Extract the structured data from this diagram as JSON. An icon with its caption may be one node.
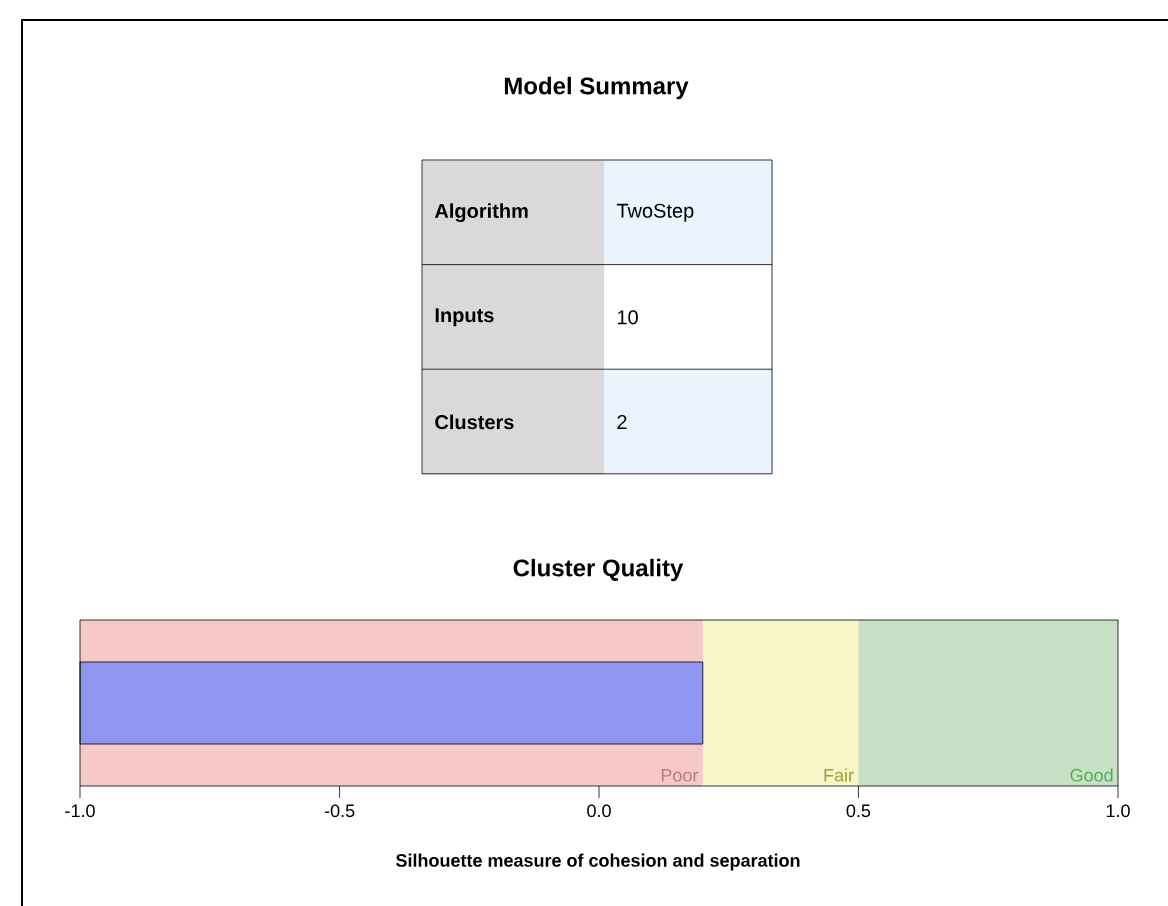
{
  "diagram": {
    "title": "Model Summary",
    "labels": [
      "Algorithm",
      "TwoStep",
      "Inputs",
      "10",
      "Clusters",
      "2",
      "Cluster Quality",
      "Poor",
      "Fair",
      "Good",
      "-1.0",
      "-0.5",
      "0.0",
      "0.5",
      "1.0",
      "Silhouette measure of cohesion and separation"
    ]
  }
}
